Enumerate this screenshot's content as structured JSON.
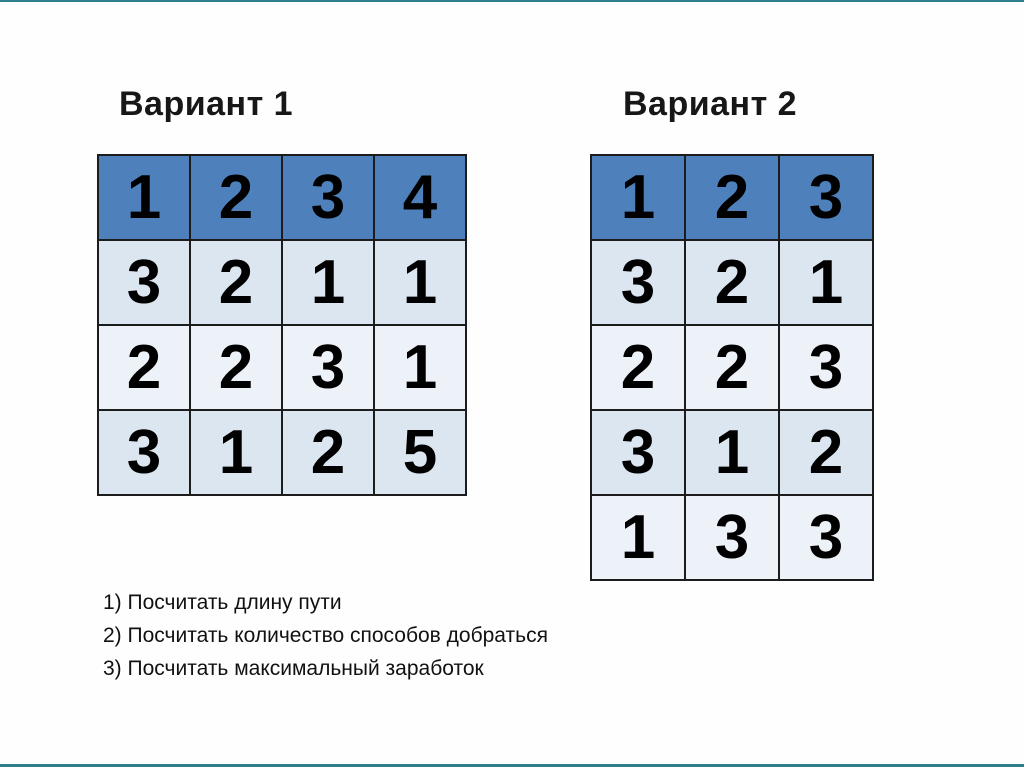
{
  "colors": {
    "accent": "#2e7f8d",
    "page_bg": "#fefefe",
    "header_bg": "#4e80bc",
    "band_dark": "#dce6f1",
    "band_light": "#edf2f8",
    "grid_border": "#1c1c1c"
  },
  "variant1": {
    "title": "Вариант 1",
    "table": {
      "header": [
        "1",
        "2",
        "3",
        "4"
      ],
      "rows": [
        [
          "3",
          "2",
          "1",
          "1"
        ],
        [
          "2",
          "2",
          "3",
          "1"
        ],
        [
          "3",
          "1",
          "2",
          "5"
        ]
      ]
    }
  },
  "variant2": {
    "title": "Вариант 2",
    "table": {
      "header": [
        "1",
        "2",
        "3"
      ],
      "rows": [
        [
          "3",
          "2",
          "1"
        ],
        [
          "2",
          "2",
          "3"
        ],
        [
          "3",
          "1",
          "2"
        ],
        [
          "1",
          "3",
          "3"
        ]
      ]
    }
  },
  "tasks": {
    "items": [
      "1) Посчитать длину пути",
      "2) Посчитать количество способов добраться",
      "3) Посчитать максимальный заработок"
    ]
  }
}
